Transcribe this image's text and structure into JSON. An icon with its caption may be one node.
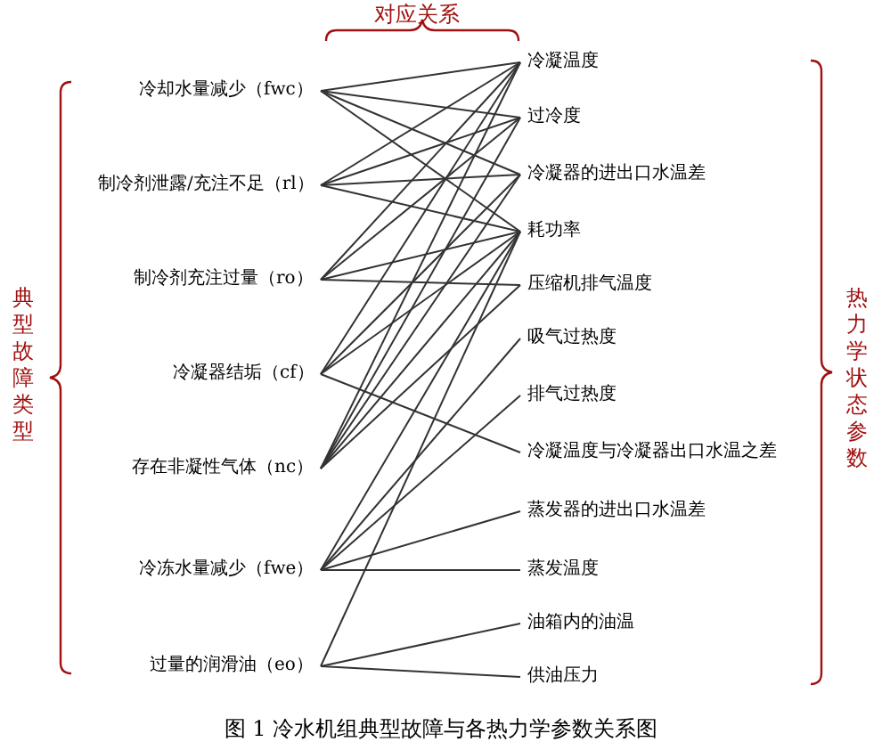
{
  "diagram": {
    "caption": "图 1  冷水机组典型故障与各热力学参数关系图",
    "nodes": [
      {
        "text": [
          "冷却水量减少（fwc）"
        ]
      },
      {
        "text": [
          "制冷剂泄露/充注不足（rl）"
        ]
      },
      {
        "text": [
          "制冷剂充注过量（ro）"
        ]
      },
      {
        "text": [
          "冷凝器结垢（cf）"
        ]
      },
      {
        "text": [
          "存在非凝性气体（nc）"
        ]
      },
      {
        "text": [
          "冷冻水量减少（fwe）"
        ]
      },
      {
        "text": [
          "过量的润滑油（eo）"
        ]
      },
      {
        "text": [
          "冷凝温度"
        ]
      },
      {
        "text": [
          "过冷度"
        ]
      },
      {
        "text": [
          "冷凝器的进出口水温差"
        ]
      },
      {
        "text": [
          "耗功率"
        ]
      },
      {
        "text": [
          "压缩机排气温度"
        ]
      },
      {
        "text": [
          "吸气过热度"
        ]
      },
      {
        "text": [
          "排气过热度"
        ]
      },
      {
        "text": [
          "冷凝温度与冷凝器出口水温之差"
        ]
      },
      {
        "text": [
          "蒸发器的进出口水温差"
        ]
      },
      {
        "text": [
          "蒸发温度"
        ]
      },
      {
        "text": [
          "油箱内的油温"
        ]
      },
      {
        "text": [
          "供油压力"
        ]
      }
    ],
    "edges": [
      {
        "from": 0,
        "to": 7,
        "arrow": "none"
      },
      {
        "from": 0,
        "to": 8,
        "arrow": "none"
      },
      {
        "from": 0,
        "to": 9,
        "arrow": "none"
      },
      {
        "from": 0,
        "to": 10,
        "arrow": "none"
      },
      {
        "from": 1,
        "to": 7,
        "arrow": "none"
      },
      {
        "from": 1,
        "to": 8,
        "arrow": "none"
      },
      {
        "from": 1,
        "to": 9,
        "arrow": "none"
      },
      {
        "from": 1,
        "to": 10,
        "arrow": "none"
      },
      {
        "from": 2,
        "to": 7,
        "arrow": "none"
      },
      {
        "from": 2,
        "to": 8,
        "arrow": "none"
      },
      {
        "from": 2,
        "to": 10,
        "arrow": "none"
      },
      {
        "from": 2,
        "to": 11,
        "arrow": "none"
      },
      {
        "from": 3,
        "to": 7,
        "arrow": "none"
      },
      {
        "from": 3,
        "to": 9,
        "arrow": "none"
      },
      {
        "from": 3,
        "to": 10,
        "arrow": "none"
      },
      {
        "from": 3,
        "to": 14,
        "arrow": "none"
      },
      {
        "from": 4,
        "to": 7,
        "arrow": "none"
      },
      {
        "from": 4,
        "to": 8,
        "arrow": "none"
      },
      {
        "from": 4,
        "to": 9,
        "arrow": "none"
      },
      {
        "from": 4,
        "to": 10,
        "arrow": "none"
      },
      {
        "from": 4,
        "to": 11,
        "arrow": "none"
      },
      {
        "from": 5,
        "to": 10,
        "arrow": "none"
      },
      {
        "from": 5,
        "to": 12,
        "arrow": "none"
      },
      {
        "from": 5,
        "to": 13,
        "arrow": "none"
      },
      {
        "from": 5,
        "to": 15,
        "arrow": "none"
      },
      {
        "from": 5,
        "to": 16,
        "arrow": "none"
      },
      {
        "from": 6,
        "to": 10,
        "arrow": "none"
      },
      {
        "from": 6,
        "to": 17,
        "arrow": "none"
      },
      {
        "from": 6,
        "to": 18,
        "arrow": "none"
      }
    ],
    "labels": [
      "对应关系",
      "典型故障类型",
      "热力学状态参数"
    ]
  }
}
